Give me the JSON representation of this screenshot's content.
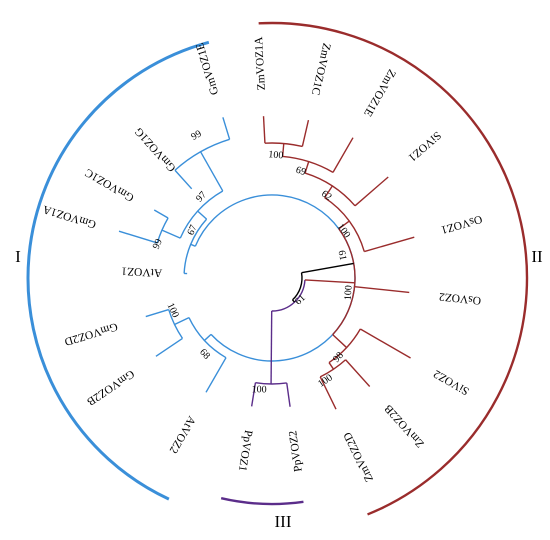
{
  "colors": {
    "clade_I": "#3a8fd9",
    "clade_II": "#9a2c2c",
    "clade_III": "#5b2d8a",
    "root": "#000000",
    "text": "#000000"
  },
  "clades": {
    "I": {
      "label": "I"
    },
    "II": {
      "label": "II"
    },
    "III": {
      "label": "III"
    }
  },
  "leaves": [
    {
      "key": "GmVOZ1E",
      "label": "GmVOZ1E",
      "clade": "I"
    },
    {
      "key": "GmVOZ1G",
      "label": "GmVOZ1G",
      "clade": "I"
    },
    {
      "key": "GmVOZ1C",
      "label": "GmVOZ1C",
      "clade": "I"
    },
    {
      "key": "GmVOZ1A",
      "label": "GmVOZ1A",
      "clade": "I"
    },
    {
      "key": "AtVOZ1",
      "label": "AtVOZ1",
      "clade": "I"
    },
    {
      "key": "GmVOZ2D",
      "label": "GmVOZ2D",
      "clade": "I"
    },
    {
      "key": "GmVOZ2B",
      "label": "GmVOZ2B",
      "clade": "I"
    },
    {
      "key": "AtVOZ2",
      "label": "AtVOZ2",
      "clade": "I"
    },
    {
      "key": "PpVOZ1",
      "label": "PpVOZ1",
      "clade": "III"
    },
    {
      "key": "PpVOZ2",
      "label": "PpVOZ2",
      "clade": "III"
    },
    {
      "key": "ZmVOZ2D",
      "label": "ZmVOZ2D",
      "clade": "II"
    },
    {
      "key": "ZmVOZ2B",
      "label": "ZmVOZ2B",
      "clade": "II"
    },
    {
      "key": "SiVOZ2",
      "label": "SiVOZ2",
      "clade": "II"
    },
    {
      "key": "OsVOZ2",
      "label": "OsVOZ2",
      "clade": "II"
    },
    {
      "key": "OsVOZ1",
      "label": "OsVOZ1",
      "clade": "II"
    },
    {
      "key": "SiVOZ1",
      "label": "SiVOZ1",
      "clade": "II"
    },
    {
      "key": "ZmVOZ1E",
      "label": "ZmVOZ1E",
      "clade": "II"
    },
    {
      "key": "ZmVOZ1C",
      "label": "ZmVOZ1C",
      "clade": "II"
    },
    {
      "key": "ZmVOZ1A",
      "label": "ZmVOZ1A",
      "clade": "II"
    }
  ],
  "bootstrap": [
    {
      "node": "n_1E_1G",
      "value": "99"
    },
    {
      "node": "n_1C_1A",
      "value": "99"
    },
    {
      "node": "n_gm1",
      "value": "97"
    },
    {
      "node": "n_voz1",
      "value": "67"
    },
    {
      "node": "n_2D_2B",
      "value": "100"
    },
    {
      "node": "n_voz2",
      "value": "68"
    },
    {
      "node": "n_cladeI",
      "value": "61"
    },
    {
      "node": "n_pp",
      "value": "100"
    },
    {
      "node": "n_III_II",
      "value": "61"
    },
    {
      "node": "n_zm2",
      "value": "100"
    },
    {
      "node": "n_si2",
      "value": "98"
    },
    {
      "node": "n_zm1ac",
      "value": "100"
    },
    {
      "node": "n_zm1",
      "value": "69"
    },
    {
      "node": "n_si1",
      "value": "62"
    },
    {
      "node": "n_os1",
      "value": "100"
    },
    {
      "node": "n_cladeII",
      "value": "100"
    }
  ]
}
